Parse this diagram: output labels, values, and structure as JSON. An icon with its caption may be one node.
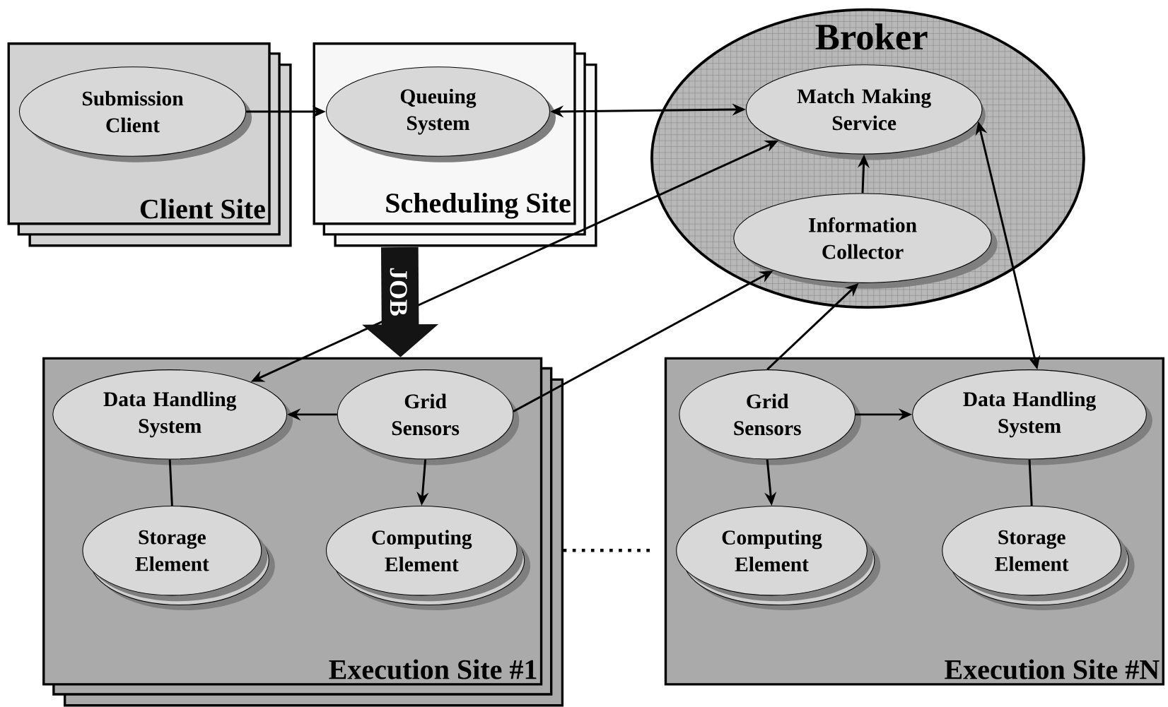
{
  "diagram": {
    "nodes": [
      {
        "text": [
          "Client Site"
        ]
      },
      {
        "text": [
          "Submission Client"
        ],
        "in": 0
      },
      {
        "text": [
          "Scheduling Site"
        ]
      },
      {
        "text": [
          "Queuing System"
        ],
        "in": 2
      },
      {
        "text": [
          "Broker"
        ]
      },
      {
        "text": [
          "Match Making Service"
        ],
        "in": 4
      },
      {
        "text": [
          "Information Collector"
        ],
        "in": 4
      },
      {
        "text": [
          "Execution Site #1"
        ]
      },
      {
        "text": [
          "Data Handling System"
        ],
        "in": 7
      },
      {
        "text": [
          "Grid Sensors"
        ],
        "in": 7
      },
      {
        "text": [
          "Storage Element"
        ],
        "in": 7
      },
      {
        "text": [
          "Computing Element"
        ],
        "in": 7
      },
      {
        "text": [
          "Execution Site #N"
        ]
      },
      {
        "text": [
          "Grid Sensors"
        ],
        "in": 12
      },
      {
        "text": [
          "Data Handling System"
        ],
        "in": 12
      },
      {
        "text": [
          "Computing Element"
        ],
        "in": 12
      },
      {
        "text": [
          "Storage Element"
        ],
        "in": 12
      }
    ],
    "edges": [
      {
        "from": 1,
        "to": 3,
        "arrow": "to"
      },
      {
        "from": 3,
        "to": 5,
        "arrow": "both"
      },
      {
        "from": 8,
        "to": 5,
        "arrow": "both"
      },
      {
        "from": 9,
        "to": 6,
        "arrow": "to"
      },
      {
        "from": 6,
        "to": 5,
        "arrow": "to"
      },
      {
        "from": 13,
        "to": 6,
        "arrow": "to"
      },
      {
        "from": 5,
        "to": 14,
        "arrow": "both"
      },
      {
        "from": 9,
        "to": 8,
        "arrow": "to"
      },
      {
        "from": 9,
        "to": 11,
        "arrow": "to"
      },
      {
        "from": 8,
        "to": 10,
        "arrow": "none"
      },
      {
        "from": 13,
        "to": 14,
        "arrow": "to"
      },
      {
        "from": 13,
        "to": 15,
        "arrow": "to"
      },
      {
        "from": 14,
        "to": 16,
        "arrow": "none"
      },
      {
        "from": 2,
        "to": 7,
        "arrow": "to",
        "label": "JOB",
        "style": "thick"
      },
      {
        "from": 7,
        "to": 12,
        "arrow": "none",
        "style": "dashed"
      }
    ]
  }
}
